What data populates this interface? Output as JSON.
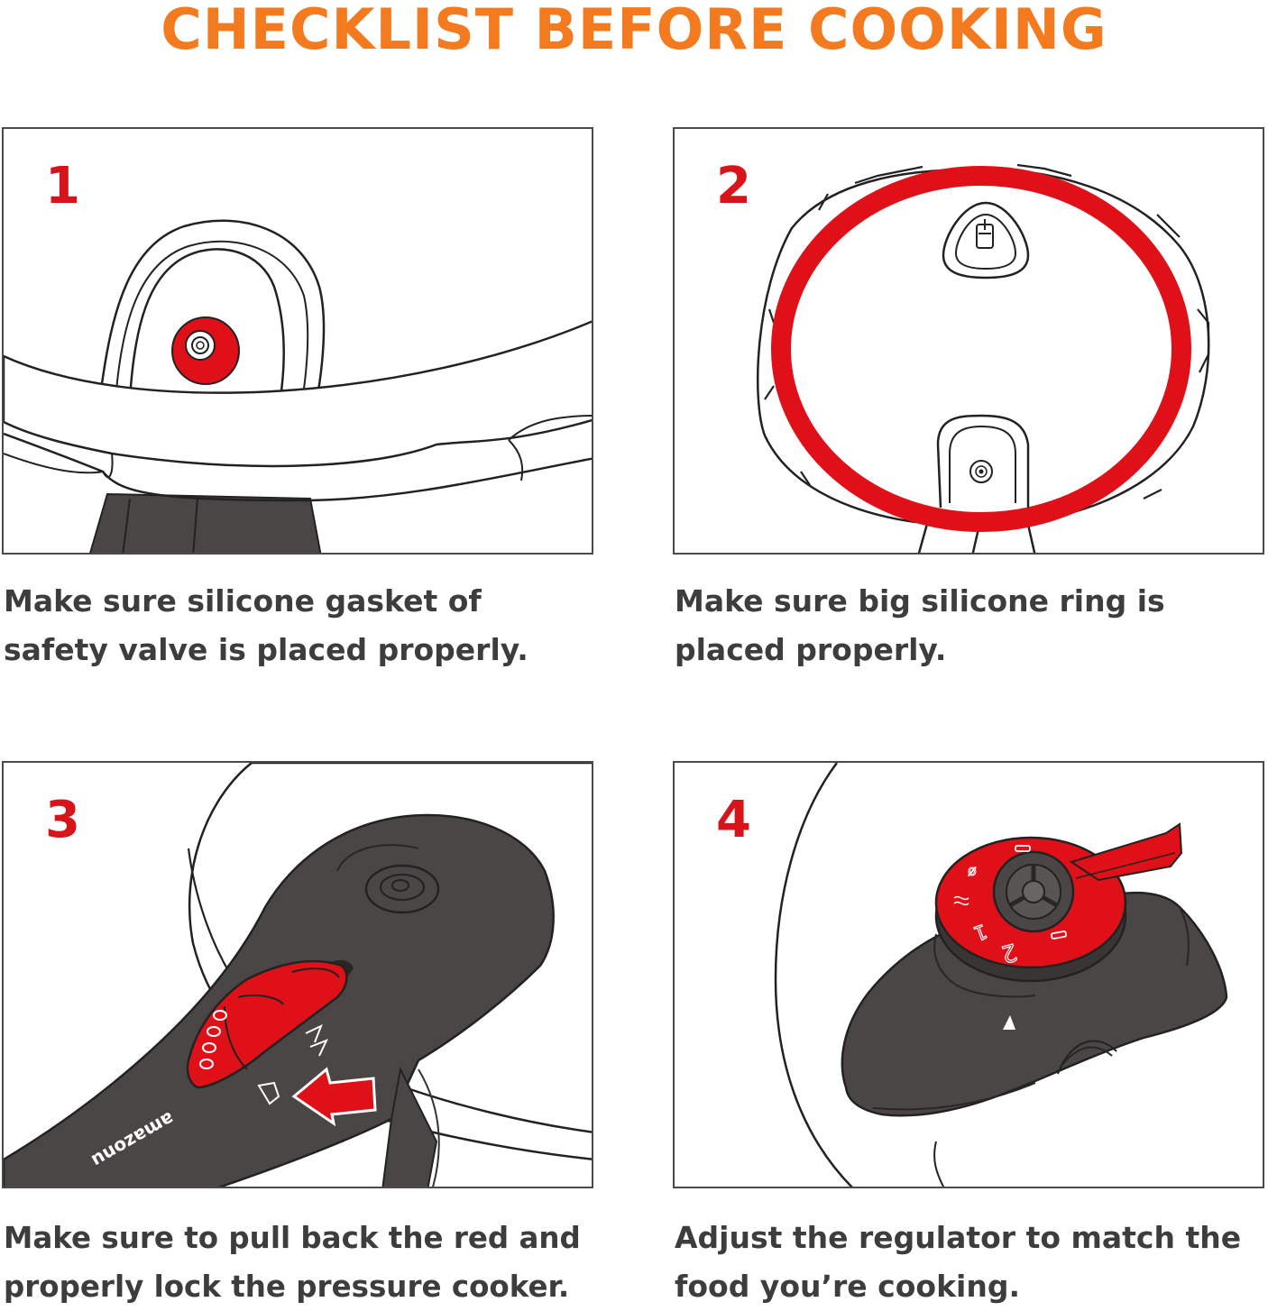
{
  "title": "CHECKLIST BEFORE COOKING",
  "colors": {
    "title": "#f47a20",
    "step_number": "#d8141b",
    "accent_red": "#e01018",
    "handle_dark": "#4b4646",
    "caption_text": "#3d3d3d"
  },
  "steps": [
    {
      "number": "1",
      "caption_line1": "Make sure silicone gasket of",
      "caption_line2": "safety valve is placed properly."
    },
    {
      "number": "2",
      "caption_line1": "Make sure big silicone ring is",
      "caption_line2": "placed properly."
    },
    {
      "number": "3",
      "caption_line1": "Make sure to pull back the red and",
      "caption_line2": "properly lock the pressure cooker.",
      "brand_mark": "amazonu"
    },
    {
      "number": "4",
      "caption_line1": "Adjust the regulator to match the",
      "caption_line2": "food you’re cooking."
    }
  ]
}
